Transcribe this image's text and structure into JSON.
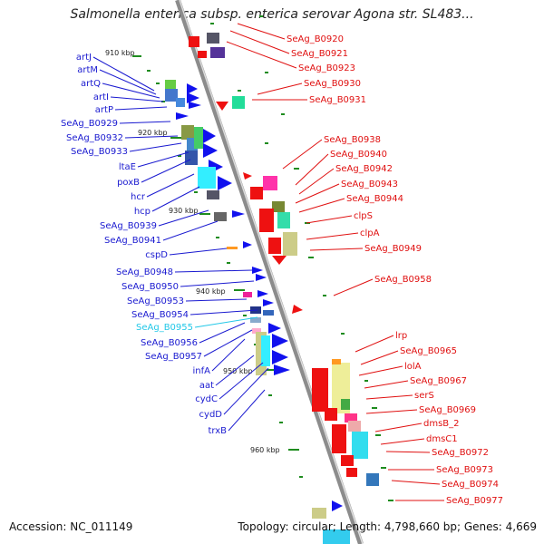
{
  "title": "Salmonella enterica subsp. enterica serovar Agona str. SL483...",
  "footer": {
    "accession": "Accession: NC_011149",
    "stats": "Topology: circular; Length: 4,798,660 bp; Genes: 4,669"
  },
  "colors": {
    "forward_label": "#1a1ad0",
    "reverse_label": "#e01010",
    "highlight_label": "#22c8e8",
    "backbone": "#8c8c8c",
    "tick": "#1e8c1e"
  },
  "kbp_ticks": [
    "910 kbp",
    "920 kbp",
    "930 kbp",
    "940 kbp",
    "950 kbp",
    "960 kbp"
  ],
  "left_labels": [
    "artJ",
    "artM",
    "artQ",
    "artI",
    "artP",
    "SeAg_B0929",
    "SeAg_B0932",
    "SeAg_B0933",
    "ltaE",
    "poxB",
    "hcr",
    "hcp",
    "SeAg_B0939",
    "SeAg_B0941",
    "cspD",
    "SeAg_B0948",
    "SeAg_B0950",
    "SeAg_B0953",
    "SeAg_B0954",
    "SeAg_B0955",
    "SeAg_B0956",
    "SeAg_B0957",
    "infA",
    "aat",
    "cydC",
    "cydD",
    "trxB"
  ],
  "right_labels": [
    "SeAg_B0920",
    "SeAg_B0921",
    "SeAg_B0923",
    "SeAg_B0930",
    "SeAg_B0931",
    "SeAg_B0938",
    "SeAg_B0940",
    "SeAg_B0942",
    "SeAg_B0943",
    "SeAg_B0944",
    "clpS",
    "clpA",
    "SeAg_B0949",
    "SeAg_B0958",
    "lrp",
    "SeAg_B0965",
    "lolA",
    "SeAg_B0967",
    "serS",
    "SeAg_B0969",
    "dmsB_2",
    "dmsC1",
    "SeAg_B0972",
    "SeAg_B0973",
    "SeAg_B0974",
    "SeAg_B0977"
  ],
  "highlighted_label": "SeAg_B0955"
}
